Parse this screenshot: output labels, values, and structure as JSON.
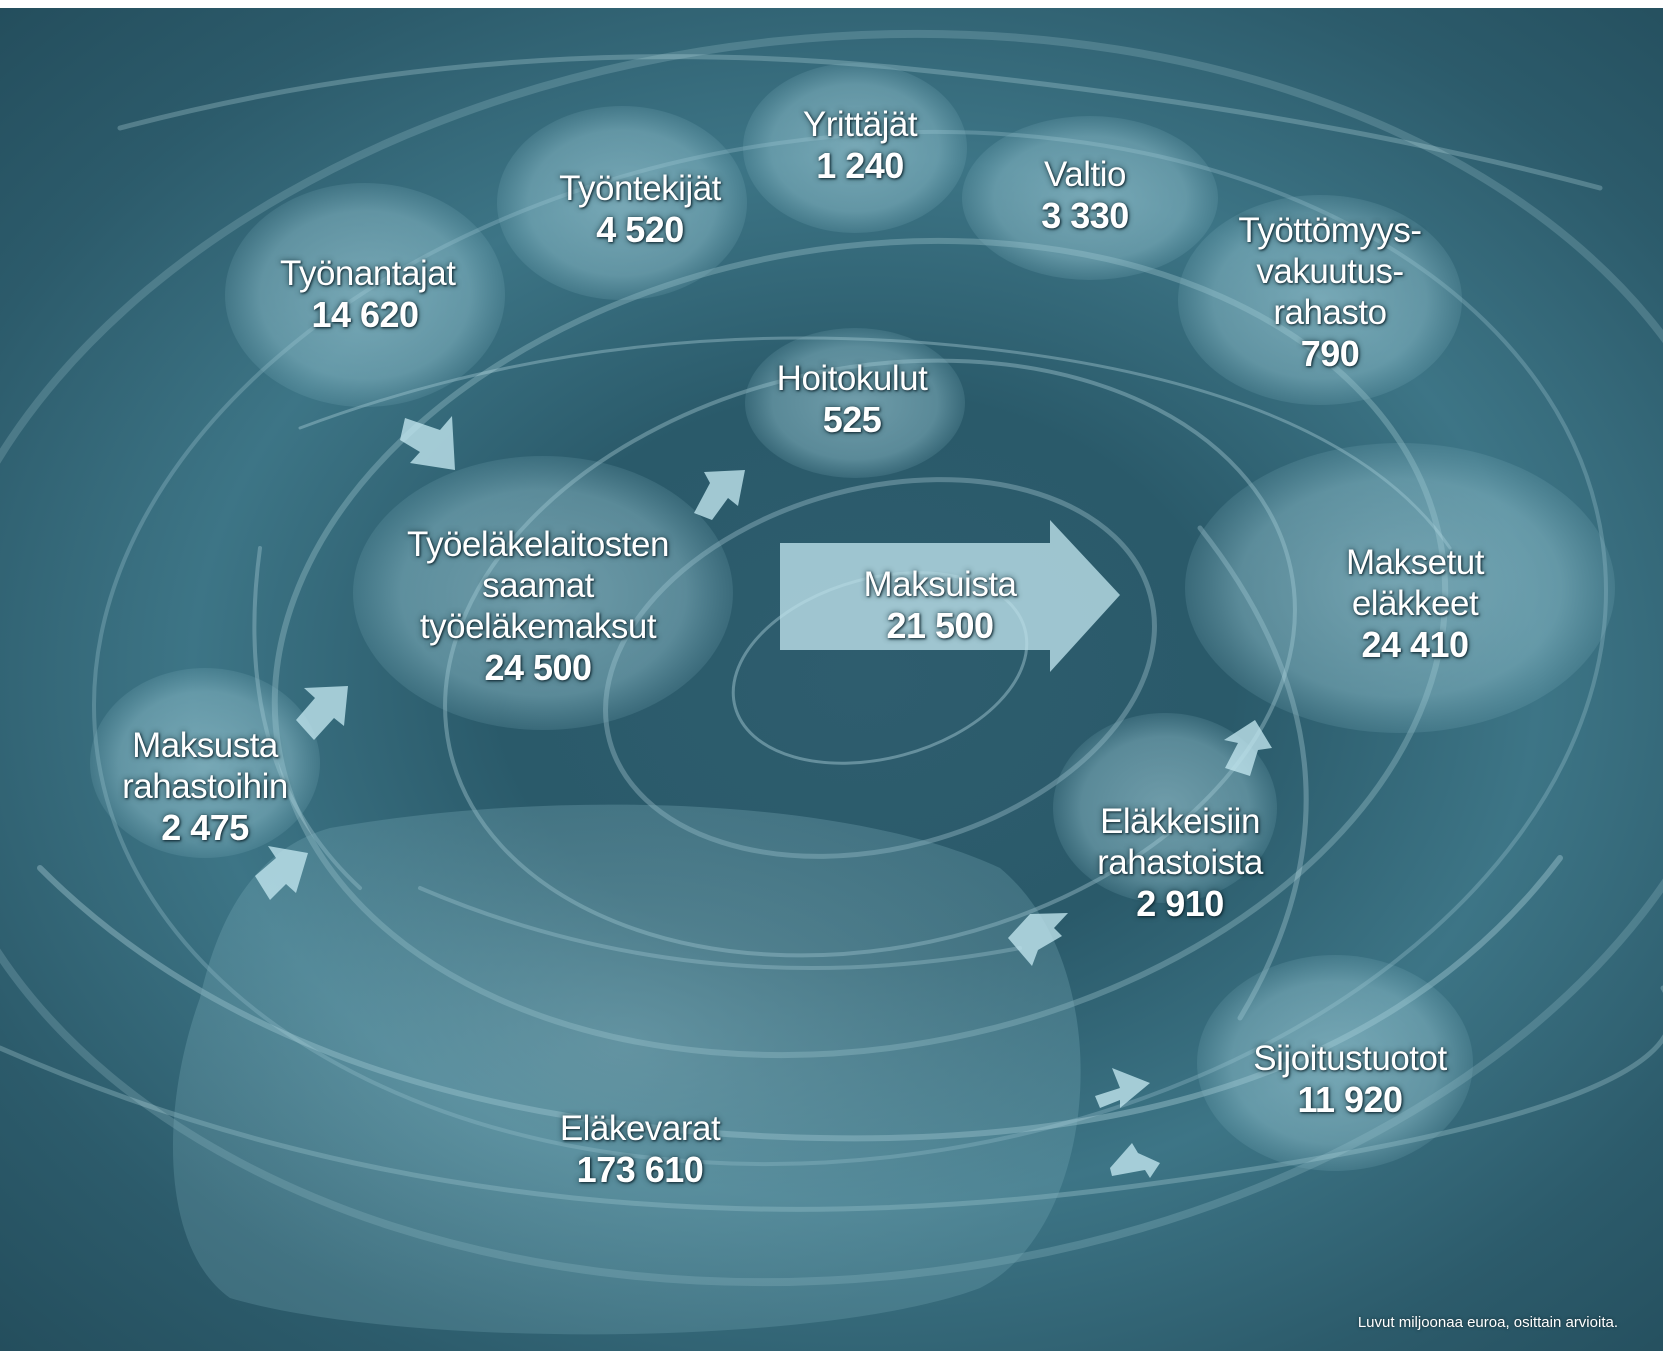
{
  "nodes": {
    "tyonantajat": {
      "label": "Työnantajat",
      "value": "14 620"
    },
    "tyontekijat": {
      "label": "Työntekijät",
      "value": "4 520"
    },
    "yrittajat": {
      "label": "Yrittäjät",
      "value": "1 240"
    },
    "valtio": {
      "label": "Valtio",
      "value": "3 330"
    },
    "tvr": {
      "label_1": "Työttömyys-",
      "label_2": "vakuutus-",
      "label_3": "rahasto",
      "value": "790"
    },
    "hoitokulut": {
      "label": "Hoitokulut",
      "value": "525"
    },
    "maksut": {
      "label_1": "Työeläkelaitosten",
      "label_2": "saamat",
      "label_3": "työeläkemaksut",
      "value": "24 500"
    },
    "maksuista": {
      "label": "Maksuista",
      "value": "21 500"
    },
    "maksetut": {
      "label_1": "Maksetut",
      "label_2": "eläkkeet",
      "value": "24 410"
    },
    "rahastoihin": {
      "label_1": "Maksusta",
      "label_2": "rahastoihin",
      "value": "2 475"
    },
    "rahastoista": {
      "label_1": "Eläkkeisiin",
      "label_2": "rahastoista",
      "value": "2 910"
    },
    "sijoitustuotot": {
      "label": "Sijoitustuotot",
      "value": "11 920"
    },
    "elakevarat": {
      "label": "Eläkevarat",
      "value": "173 610"
    }
  },
  "footnote": "Luvut miljoonaa euroa, osittain arvioita.",
  "colors": {
    "water_dark": "#244e5d",
    "water_mid": "#3d7586",
    "bubble": "#a8d3de",
    "arrow": "#bfe3ec",
    "text": "#ffffff"
  }
}
